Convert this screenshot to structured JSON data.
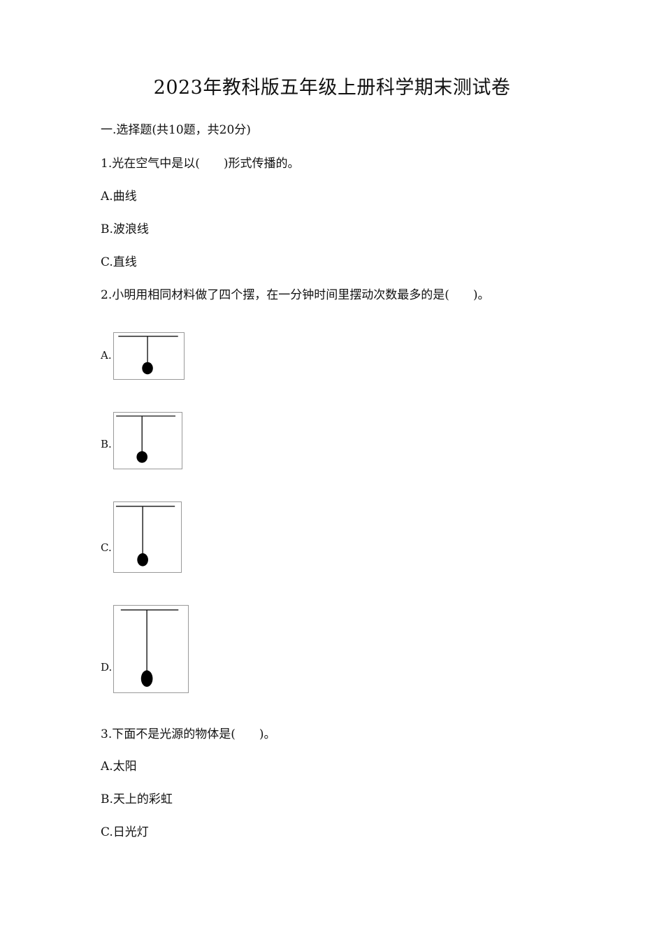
{
  "title": "2023年教科版五年级上册科学期末测试卷",
  "section": "一.选择题(共10题，共20分)",
  "questions": [
    {
      "stem": "1.光在空气中是以(　　)形式传播的。",
      "options": [
        "A.曲线",
        "B.波浪线",
        "C.直线"
      ]
    },
    {
      "stem": "2.小明用相同材料做了四个摆，在一分钟时间里摆动次数最多的是(　　)。",
      "options": [
        "A.",
        "B.",
        "C.",
        "D."
      ],
      "option_images": [
        "pendulum-short",
        "pendulum-medium-short",
        "pendulum-medium-long",
        "pendulum-long"
      ]
    },
    {
      "stem": "3.下面不是光源的物体是(　　)。",
      "options": [
        "A.太阳",
        "B.天上的彩虹",
        "C.日光灯"
      ]
    }
  ]
}
